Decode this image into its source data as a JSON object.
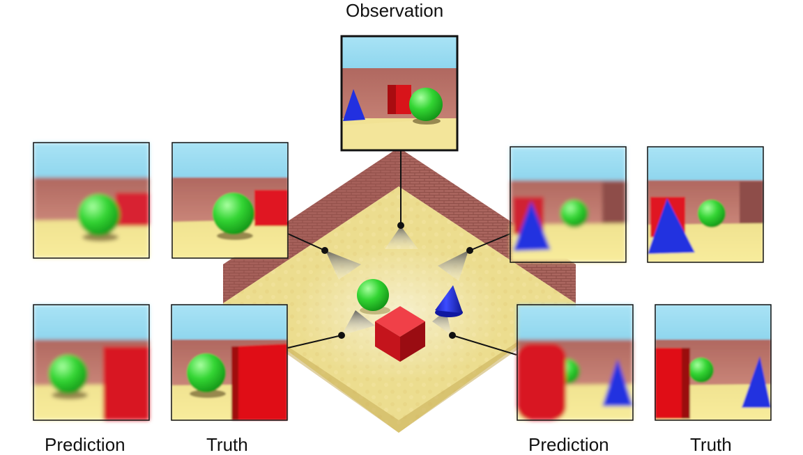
{
  "labels": {
    "observation": "Observation",
    "prediction_left": "Prediction",
    "truth_left": "Truth",
    "prediction_right": "Prediction",
    "truth_right": "Truth"
  },
  "colors": {
    "sky": "#9EDDF2",
    "wall_brick": "#B8716A",
    "floor_sand": "#EEE08A",
    "sphere": "#3CD63C",
    "cube": "#E41C22",
    "cone": "#2530E6",
    "frame": "#111111"
  }
}
